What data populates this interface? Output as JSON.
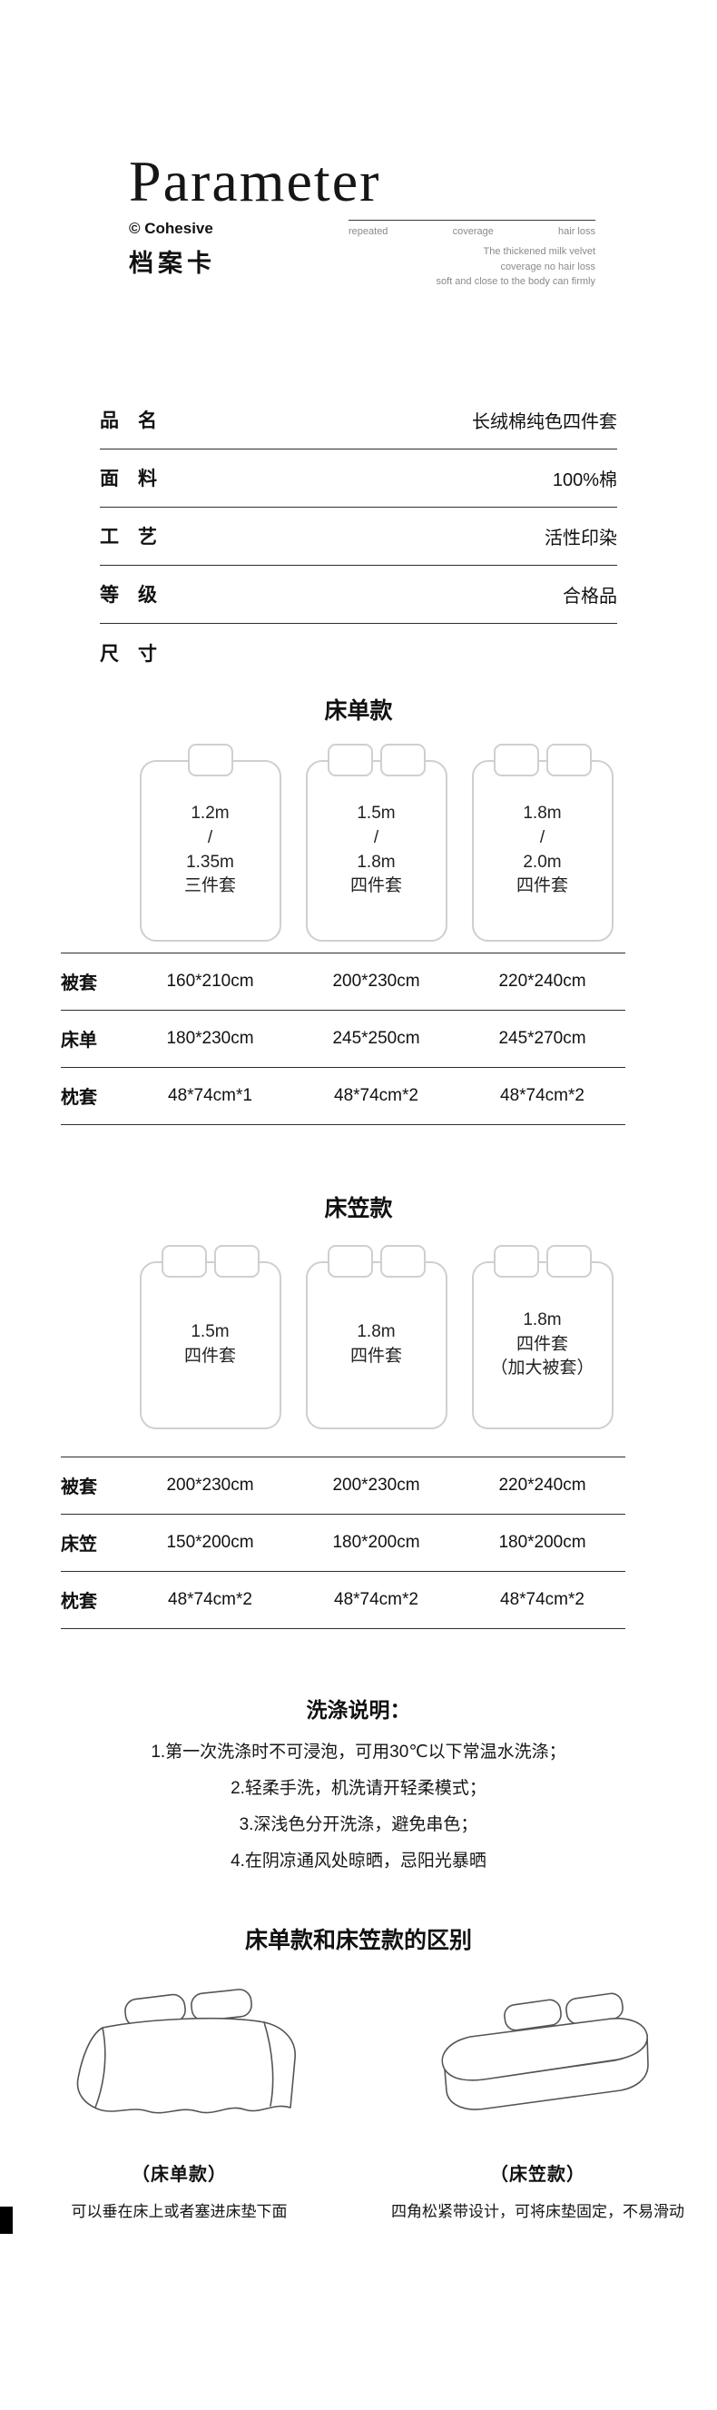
{
  "colors": {
    "text": "#1a1a1a",
    "line": "#2e2e2e",
    "bed_outline": "#cfcfcf",
    "muted": "#8a8a8a"
  },
  "header": {
    "title": "Parameter",
    "brand": "© Cohesive",
    "card_label": "档案卡",
    "tags": [
      "repeated",
      "coverage",
      "hair loss"
    ],
    "description_lines": [
      "The thickened milk velvet",
      "coverage no hair loss",
      "soft and close to the body can firmly"
    ]
  },
  "spec_table": {
    "rows": [
      {
        "label": "品　名",
        "value": "长绒棉纯色四件套"
      },
      {
        "label": "面　料",
        "value": "100%棉"
      },
      {
        "label": "工　艺",
        "value": "活性印染"
      },
      {
        "label": "等　级",
        "value": "合格品"
      },
      {
        "label": "尺　寸",
        "value": ""
      }
    ]
  },
  "sheet_section": {
    "title": "床单款",
    "beds": [
      {
        "pillows": 1,
        "lines": [
          "1.2m",
          "/",
          "1.35m",
          "三件套"
        ]
      },
      {
        "pillows": 2,
        "lines": [
          "1.5m",
          "/",
          "1.8m",
          "四件套"
        ]
      },
      {
        "pillows": 2,
        "lines": [
          "1.8m",
          "/",
          "2.0m",
          "四件套"
        ]
      }
    ],
    "table": {
      "rows": [
        {
          "label": "被套",
          "values": [
            "160*210cm",
            "200*230cm",
            "220*240cm"
          ]
        },
        {
          "label": "床单",
          "values": [
            "180*230cm",
            "245*250cm",
            "245*270cm"
          ]
        },
        {
          "label": "枕套",
          "values": [
            "48*74cm*1",
            "48*74cm*2",
            "48*74cm*2"
          ]
        }
      ]
    }
  },
  "fitted_section": {
    "title": "床笠款",
    "beds": [
      {
        "pillows": 2,
        "lines": [
          "1.5m",
          "四件套"
        ]
      },
      {
        "pillows": 2,
        "lines": [
          "1.8m",
          "四件套"
        ]
      },
      {
        "pillows": 2,
        "lines": [
          "1.8m",
          "四件套",
          "（加大被套）"
        ]
      }
    ],
    "table": {
      "rows": [
        {
          "label": "被套",
          "values": [
            "200*230cm",
            "200*230cm",
            "220*240cm"
          ]
        },
        {
          "label": "床笠",
          "values": [
            "150*200cm",
            "180*200cm",
            "180*200cm"
          ]
        },
        {
          "label": "枕套",
          "values": [
            "48*74cm*2",
            "48*74cm*2",
            "48*74cm*2"
          ]
        }
      ]
    }
  },
  "washing": {
    "title": "洗涤说明：",
    "instructions": [
      "1.第一次洗涤时不可浸泡，可用30℃以下常温水洗涤；",
      "2.轻柔手洗，机洗请开轻柔模式；",
      "3.深浅色分开洗涤，避免串色；",
      "4.在阴凉通风处晾晒，忌阳光暴晒"
    ]
  },
  "difference": {
    "title": "床单款和床笠款的区别",
    "items": [
      {
        "caption": "（床单款）",
        "note": "可以垂在床上或者塞进床垫下面"
      },
      {
        "caption": "（床笠款）",
        "note": "四角松紧带设计，可将床垫固定，不易滑动"
      }
    ]
  }
}
